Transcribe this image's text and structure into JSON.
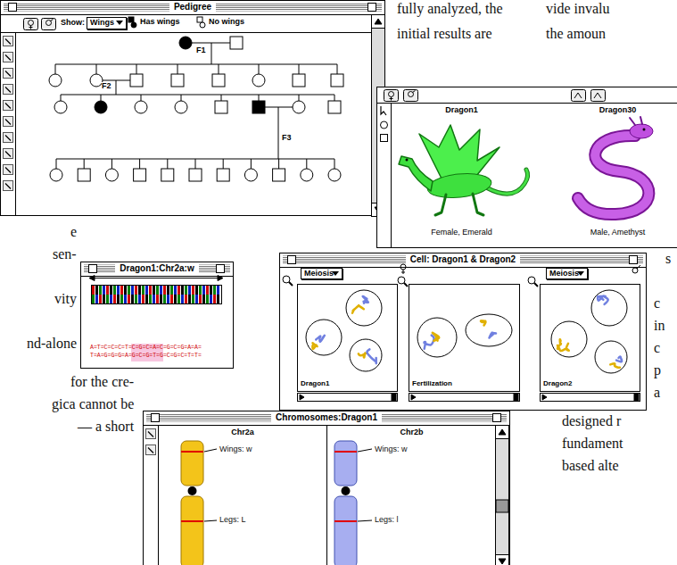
{
  "diagram": {
    "nodes": [
      {
        "text": [
          "Pedigree"
        ]
      },
      {
        "text": [
          "Wings"
        ],
        "in": 0
      },
      {
        "text": [
          "Dragon1",
          "Female, Emerald"
        ]
      },
      {
        "text": [
          "Dragon30",
          "Male, Amethyst"
        ]
      },
      {
        "text": [
          "Dragon1:Chr2a:w"
        ]
      },
      {
        "text": [
          "Cell: Dragon1 & Dragon2"
        ]
      },
      {
        "text": [
          "Meiosis"
        ],
        "in": 5
      },
      {
        "text": [
          "Meiosis"
        ],
        "in": 5
      },
      {
        "text": [
          "Dragon1"
        ],
        "in": 5
      },
      {
        "text": [
          "Fertilization"
        ],
        "in": 5
      },
      {
        "text": [
          "Dragon2"
        ],
        "in": 5
      },
      {
        "text": [
          "Chromosomes:Dragon1"
        ]
      },
      {
        "text": [
          "Chr2a"
        ],
        "in": 11
      },
      {
        "text": [
          "Chr2b"
        ],
        "in": 11
      }
    ],
    "labels": [
      "fully analyzed, the",
      "initial results are",
      "vide invalu",
      "the amoun",
      "e",
      "sen-",
      "vity",
      "nd-alone",
      "for the cre-",
      "gica cannot be",
      "— a short",
      "s",
      "c",
      "in",
      "c",
      "p",
      "a",
      "designed r",
      "fundament",
      "based alte",
      "Show:",
      "F1",
      "F2",
      "F3",
      "A=T=C=C=C=T=C=G=C=A=C=G=C=G=A=A=",
      "T=A=G=G=G=A=G=C=G=T=G=C=G=C=T=T=",
      "Wings: w",
      "Legs: L",
      "Wings: w",
      "Legs: l"
    ],
    "legend": [
      {
        "text": "Has wings"
      },
      {
        "text": "No wings"
      }
    ]
  }
}
